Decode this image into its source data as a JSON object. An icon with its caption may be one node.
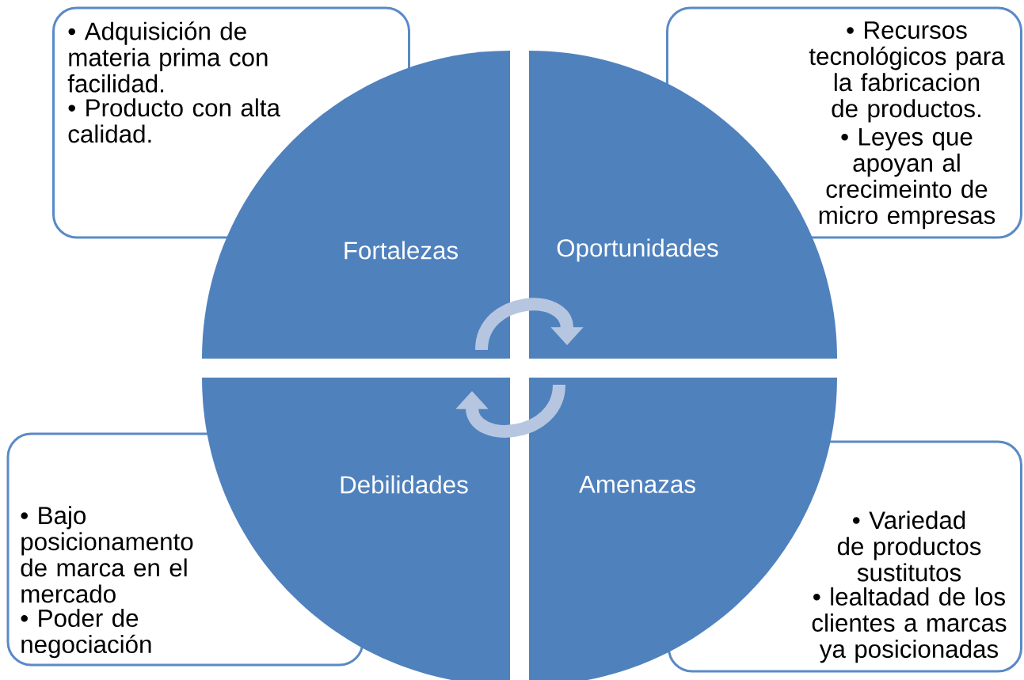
{
  "diagram": {
    "nodes": [
      {
        "text": [
          "Fortalezas"
        ]
      },
      {
        "text": [
          "Oportunidades"
        ]
      },
      {
        "text": [
          "Debilidades"
        ]
      },
      {
        "text": [
          "Amenazas"
        ]
      },
      {
        "text": [
          "• Adquisición de materia prima con facilidad.",
          "• Producto con alta calidad."
        ]
      },
      {
        "text": [
          "• Recursos tecnológicos para la fabricacion de productos.",
          "• Leyes que apoyan al crecimeinto de micro empresas"
        ]
      },
      {
        "text": [
          "• Bajo posicionamento de marca en el mercado",
          "• Poder de negociación"
        ]
      },
      {
        "text": [
          "• Variedad de productos sustitutos",
          "• lealtadad de los clientes a marcas ya posicionadas"
        ]
      }
    ],
    "edges": [
      {
        "from": 0,
        "to": 1,
        "arrow": "to"
      },
      {
        "from": 3,
        "to": 2,
        "arrow": "to"
      }
    ]
  }
}
